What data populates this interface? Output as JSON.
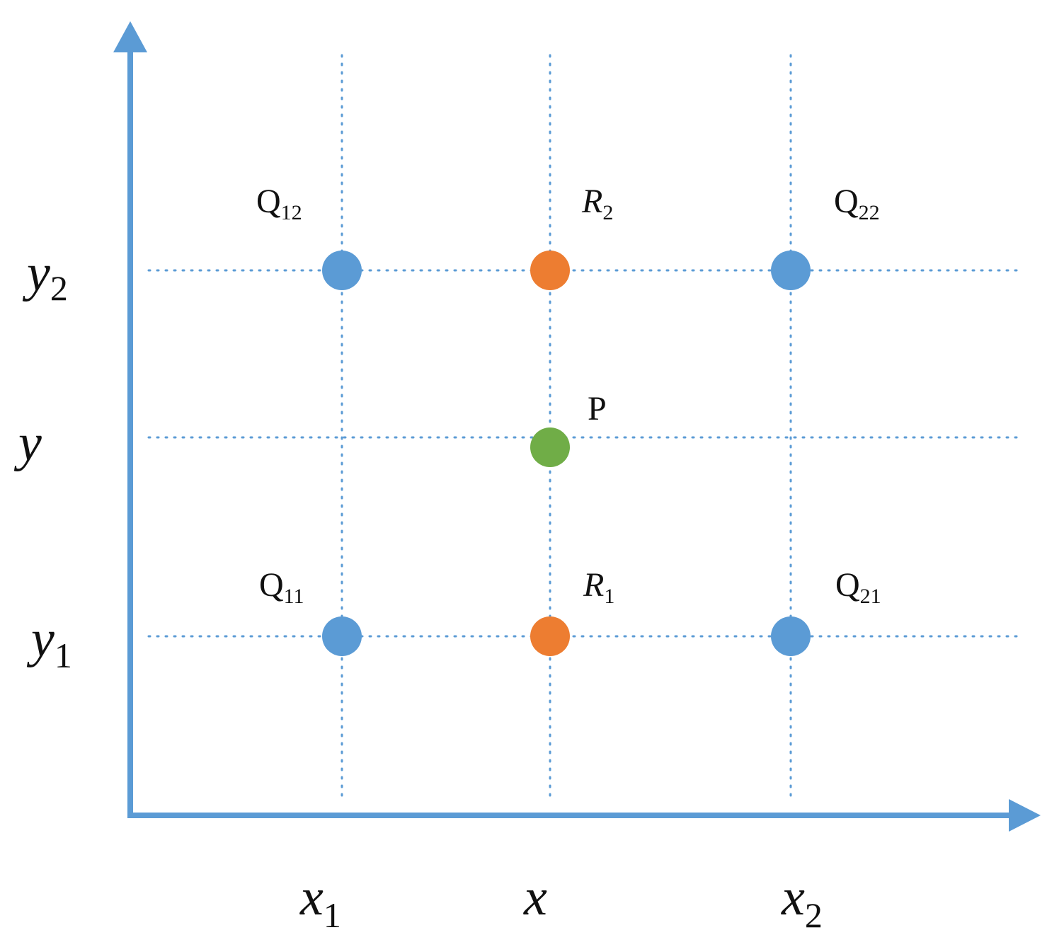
{
  "colors": {
    "axis": "#5b9bd5",
    "grid": "#5b9bd5",
    "corner_point": "#5b9bd5",
    "intermediate_point": "#ed7d31",
    "target_point": "#70ad47"
  },
  "axes": {
    "x_ticks": [
      {
        "main": "x",
        "sub": "1"
      },
      {
        "main": "x",
        "sub": ""
      },
      {
        "main": "x",
        "sub": "2"
      }
    ],
    "y_ticks": [
      {
        "main": "y",
        "sub": "2"
      },
      {
        "main": "y",
        "sub": ""
      },
      {
        "main": "y",
        "sub": "1"
      }
    ]
  },
  "points": [
    {
      "id": "Q12",
      "main": "Q",
      "sub": "12",
      "italic": false,
      "kind": "corner_point"
    },
    {
      "id": "R2",
      "main": "R",
      "sub": "2",
      "italic": true,
      "kind": "intermediate_point"
    },
    {
      "id": "Q22",
      "main": "Q",
      "sub": "22",
      "italic": false,
      "kind": "corner_point"
    },
    {
      "id": "P",
      "main": "P",
      "sub": "",
      "italic": false,
      "kind": "target_point"
    },
    {
      "id": "Q11",
      "main": "Q",
      "sub": "11",
      "italic": false,
      "kind": "corner_point"
    },
    {
      "id": "R1",
      "main": "R",
      "sub": "1",
      "italic": true,
      "kind": "intermediate_point"
    },
    {
      "id": "Q21",
      "main": "Q",
      "sub": "21",
      "italic": false,
      "kind": "corner_point"
    }
  ]
}
